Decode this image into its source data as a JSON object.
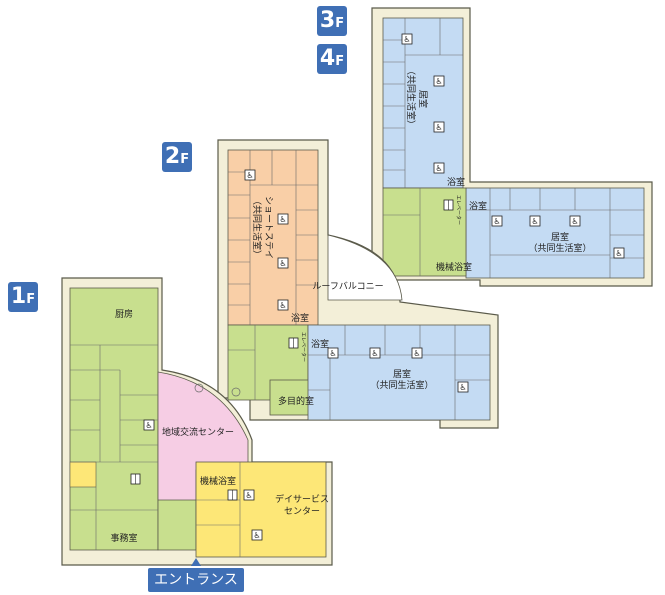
{
  "floor_badges": {
    "f3": {
      "num": "3",
      "suffix": "F"
    },
    "f4": {
      "num": "4",
      "suffix": "F"
    },
    "f2": {
      "num": "2",
      "suffix": "F"
    },
    "f1": {
      "num": "1",
      "suffix": "F"
    }
  },
  "entrance_label": "エントランス",
  "rooms": {
    "kitchen": "厨房",
    "community_center": "地域交流センター",
    "office": "事務室",
    "machine_bath_1f": "機械浴室",
    "day_service_line1": "デイサービス",
    "day_service_line2": "センター",
    "short_stay_line1": "ショートステイ",
    "short_stay_line2": "（共同生活室）",
    "bath_2f": "浴室",
    "roof_balcony": "ルーフバルコニー",
    "elevator_2f": "エレベーター",
    "living_2f_line1": "居室",
    "living_2f_line2": "（共同生活室）",
    "bath_2f_right": "浴室",
    "multipurpose": "多目的室",
    "living_3f_top_line1": "居室",
    "living_3f_top_line2": "（共同生活室）",
    "bath_3f_left": "浴室",
    "bath_3f_right": "浴室",
    "elevator_3f": "エレベーター",
    "living_3f_right_line1": "居室",
    "living_3f_right_line2": "（共同生活室）",
    "machine_bath_3f": "機械浴室"
  },
  "colors": {
    "badge_blue": "#3f6fb5",
    "green": "#c8df8e",
    "orange": "#f9cfa7",
    "blue": "#c4dbf3",
    "pink": "#f6cde4",
    "yellow": "#fde777",
    "wall": "#f3efd8",
    "line": "#5a5a4a"
  }
}
